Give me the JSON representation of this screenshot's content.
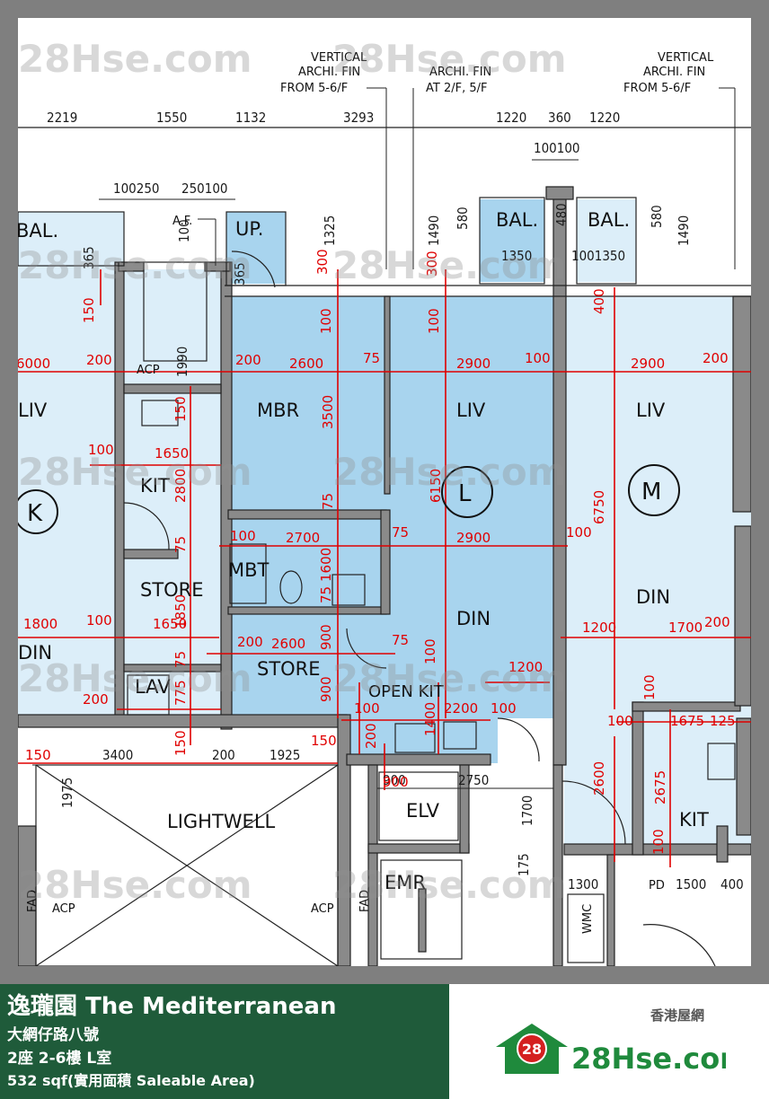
{
  "footer": {
    "title": "逸瓏園 The Mediterranean",
    "address": "大網仔路八號",
    "unit": "2座 2-6樓 L室",
    "area": "532 sqf(實用面積 Saleable Area)"
  },
  "brand": {
    "chinese": "香港屋網",
    "logo_number": "28",
    "logo_text": "28Hse.com",
    "watermark": "28Hse.com"
  },
  "colors": {
    "flat_l": "#a8d4ee",
    "flat_other": "#dceef9",
    "dimension_lines": "#e00000",
    "brand_green": "#1f5b3a"
  },
  "plan": {
    "notes": {
      "fin_left_1": "VERTICAL",
      "fin_left_2": "ARCHI. FIN",
      "fin_left_3": "FROM 5-6/F",
      "fin_mid_1": "ARCHI. FIN",
      "fin_mid_2": "AT 2/F, 5/F",
      "fin_right_1": "VERTICAL",
      "fin_right_2": "ARCHI. FIN",
      "fin_right_3": "FROM 5-6/F",
      "af": "A.F."
    },
    "rooms": {
      "bal_left": "BAL.",
      "up": "UP.",
      "bal_mid": "BAL.",
      "bal_right": "BAL.",
      "liv_k": "LIV",
      "acp_top": "ACP",
      "mbr": "MBR",
      "liv_l": "LIV",
      "liv_m": "LIV",
      "kit_k": "KIT",
      "label_k": "K",
      "label_l": "L",
      "label_m": "M",
      "store_k": "STORE",
      "mbt": "MBT",
      "din_l": "DIN",
      "din_m": "DIN",
      "din_k": "DIN",
      "store_l": "STORE",
      "lav": "LAV",
      "open_kit": "OPEN KIT",
      "lightwell": "LIGHTWELL",
      "elv": "ELV",
      "emr": "EMR",
      "kit_m": "KIT",
      "acp_left": "ACP",
      "acp_right": "ACP",
      "wmc": "WMC",
      "pd": "PD",
      "fad_left": "FAD",
      "fad_right": "FAD"
    },
    "black_dims": {
      "d2219": "2219",
      "d1550": "1550",
      "d1132": "1132",
      "d3293": "3293",
      "d1220a": "1220",
      "d360": "360",
      "d1220b": "1220",
      "d100100": "100100",
      "d100250": "100250",
      "d250100": "250100",
      "d100af": "100",
      "d1325": "1325",
      "d1490a": "1490",
      "d580a": "580",
      "d480": "480",
      "d580b": "580",
      "d1490b": "1490",
      "d1350": "1350",
      "d1001350": "1001350",
      "d365a": "365",
      "d365b": "365",
      "d1990": "1990",
      "d3400": "3400",
      "d200b": "200",
      "d1925": "1925",
      "d1975": "1975",
      "d900b": "900",
      "d2750": "2750",
      "d1700": "1700",
      "d175": "175",
      "d1300": "1300",
      "d1500": "1500",
      "d400b": "400"
    },
    "red_dims": {
      "r300a": "300",
      "r300b": "300",
      "r100a": "100",
      "r100b": "100",
      "r150a": "150",
      "r6000": "6000",
      "r200a": "200",
      "r200b": "200",
      "r2600a": "2600",
      "r75a": "75",
      "r2900a": "2900",
      "r100c": "100",
      "r2900b": "2900",
      "r200c": "200",
      "r400": "400",
      "r3500": "3500",
      "r150b": "150",
      "r100d": "100",
      "r1650a": "1650",
      "r2800": "2800",
      "r75b": "75",
      "r6150": "6150",
      "r6750": "6750",
      "r75c": "75",
      "r100e": "100",
      "r2700": "2700",
      "r75d": "75",
      "r2900c": "2900",
      "r100f": "100",
      "r1600": "1600",
      "r75e": "75",
      "r1850": "1850",
      "r1800": "1800",
      "r100g": "100",
      "r1650b": "1650",
      "r1200a": "1200",
      "r1700": "1700",
      "r200d": "200",
      "r200e": "200",
      "r2600b": "2600",
      "r900a": "900",
      "r75f": "75",
      "r75g": "75",
      "r100h": "100",
      "r1200b": "1200",
      "r900c": "900",
      "r775": "775",
      "r200f": "200",
      "r100i": "100",
      "r1400": "1400",
      "r2200": "2200",
      "r100j": "100",
      "r100k": "100",
      "r1675": "1675",
      "r125": "125",
      "r150c": "150",
      "r150d": "150",
      "r150e": "150",
      "r200g": "200",
      "r100l": "100",
      "r2600c": "2600",
      "r2675": "2675",
      "r100m": "100",
      "r900d": "900"
    }
  }
}
